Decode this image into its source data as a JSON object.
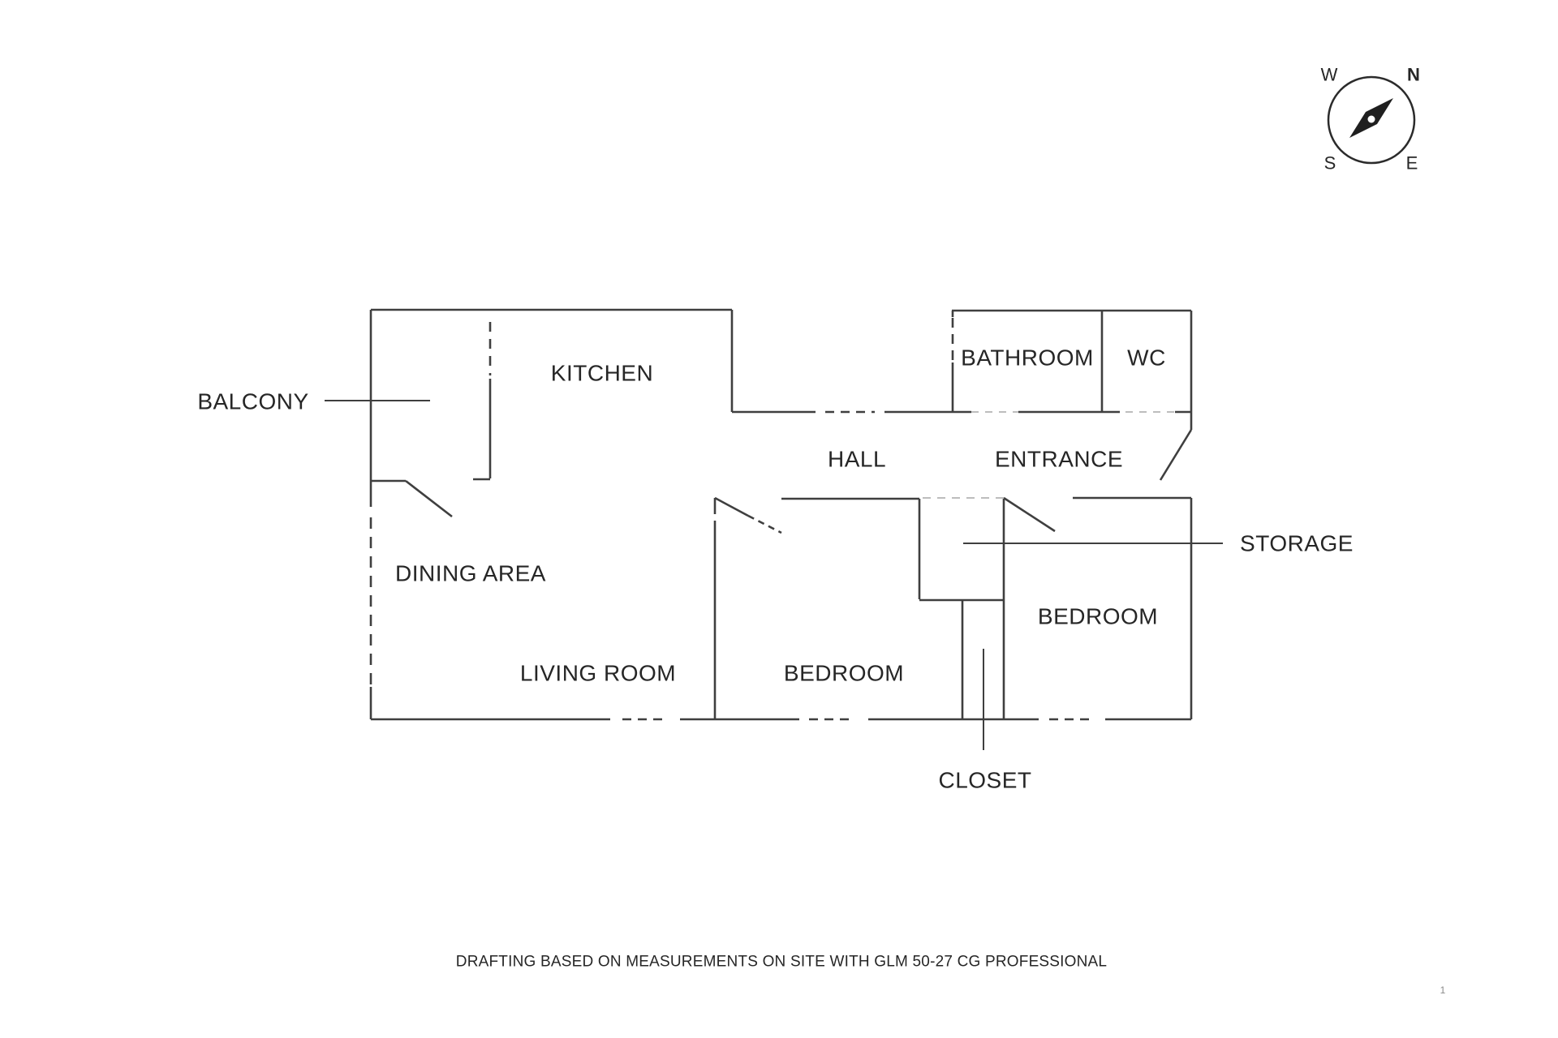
{
  "rooms": {
    "balcony": "BALCONY",
    "kitchen": "KITCHEN",
    "bathroom": "BATHROOM",
    "wc": "WC",
    "hall": "HALL",
    "entrance": "ENTRANCE",
    "storage": "STORAGE",
    "dining_area": "DINING AREA",
    "living_room": "LIVING ROOM",
    "bedroom_left": "BEDROOM",
    "bedroom_right": "BEDROOM",
    "closet": "CLOSET"
  },
  "compass": {
    "north": "N",
    "east": "E",
    "south": "S",
    "west": "W"
  },
  "footer": {
    "note": "DRAFTING BASED ON MEASUREMENTS ON SITE WITH GLM 50-27 CG PROFESSIONAL",
    "page_number": "1"
  },
  "colors": {
    "background": "#ffffff",
    "wall_line": "#3f3f3f",
    "label_text": "#262626",
    "light_dash": "#bdbdbd",
    "page_number_text": "#8a8a8a"
  }
}
